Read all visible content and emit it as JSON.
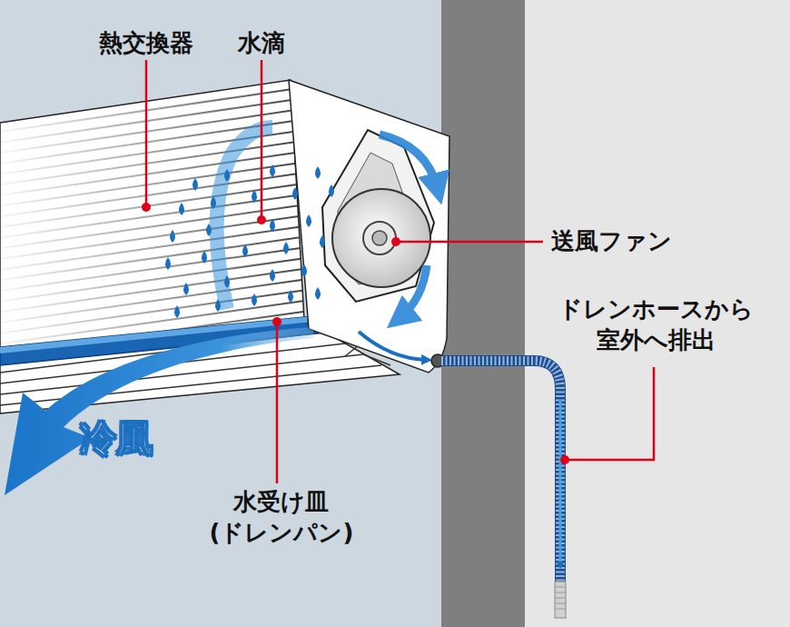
{
  "diagram": {
    "labels": [
      "熱交換器",
      "水滴",
      "送風ファン",
      "ドレンホースから 室外へ排出",
      "冷風",
      "水受け皿 (ドレンパン)"
    ]
  }
}
